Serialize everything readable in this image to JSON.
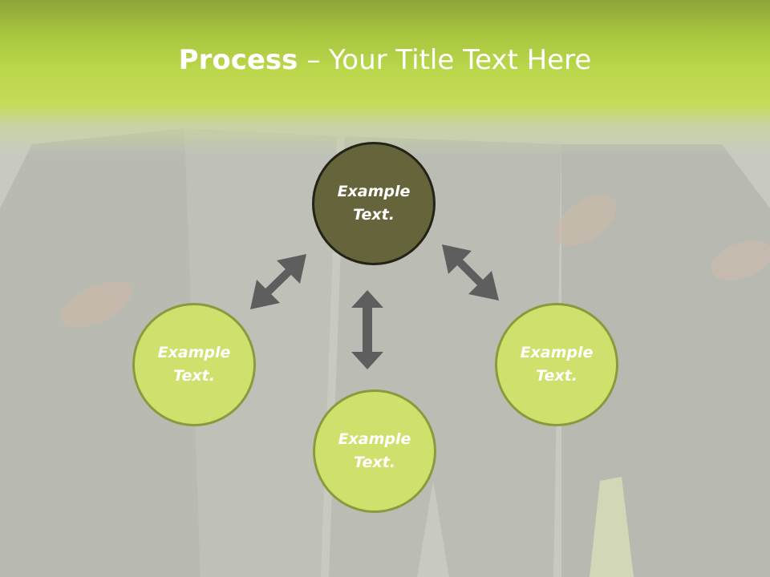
{
  "slide": {
    "title_bold": "Process",
    "title_dash": " – ",
    "title_rest": "Your Title Text Here"
  },
  "diagram": {
    "nodes": [
      {
        "id": "top",
        "text": "Example\nText."
      },
      {
        "id": "left",
        "text": "Example\nText."
      },
      {
        "id": "bottom",
        "text": "Example\nText."
      },
      {
        "id": "right",
        "text": "Example\nText."
      }
    ],
    "colors": {
      "header_green": "#bcd84c",
      "center_fill": "#65643a",
      "center_border": "#232318",
      "node_fill": "#cfe16c",
      "node_border": "#8a9b3e",
      "arrow": "#5e5e5e",
      "label_text": "#ffffff"
    },
    "icons": [
      "double-arrow-icon"
    ]
  }
}
